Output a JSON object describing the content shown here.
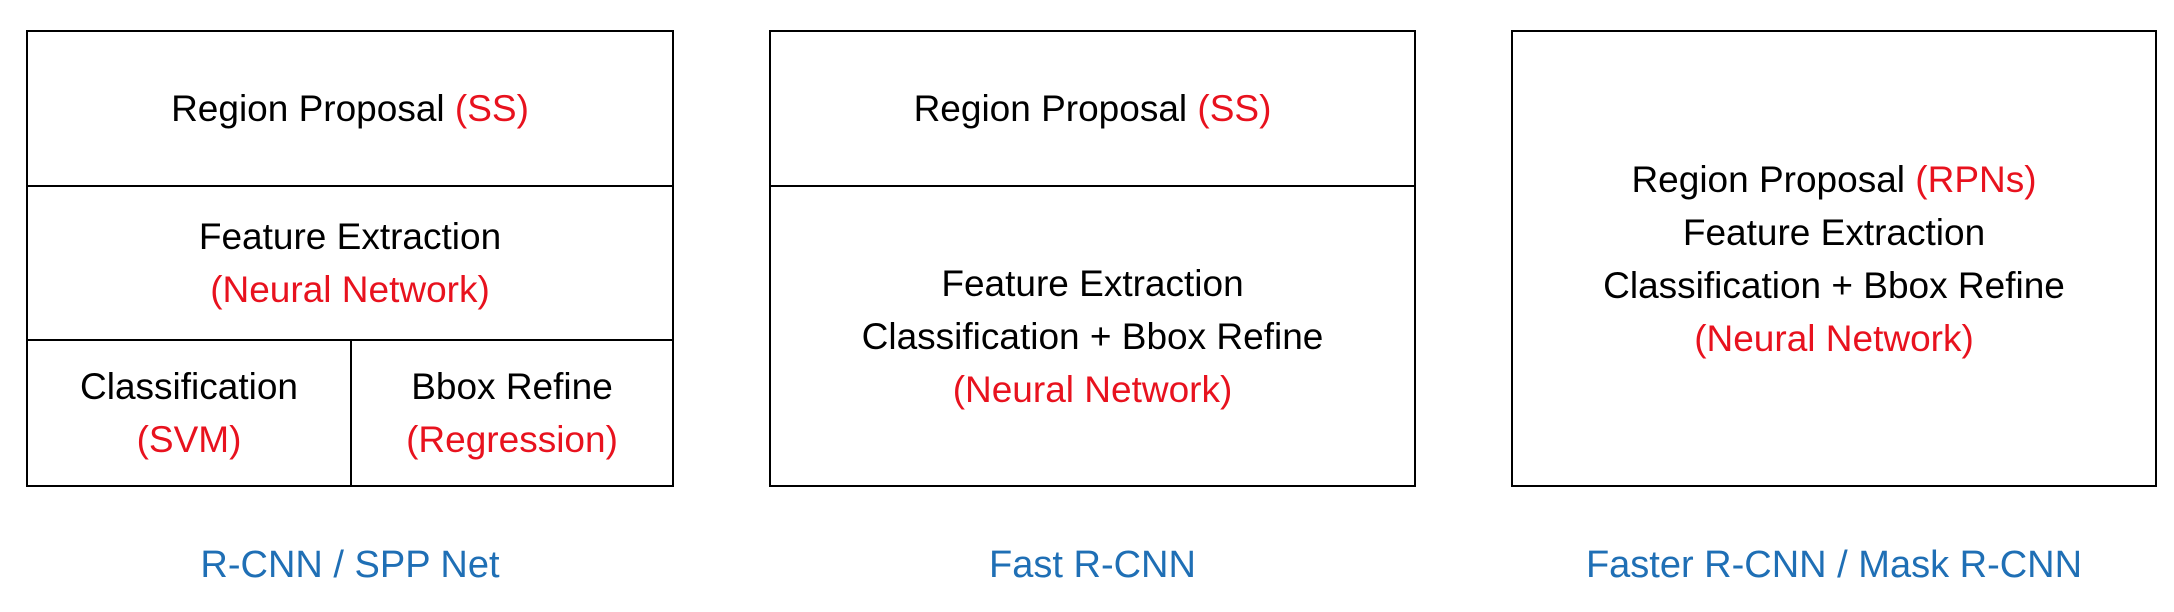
{
  "colors": {
    "text": "#000000",
    "accent_red": "#e8121e",
    "caption_blue": "#1f6fb5",
    "border": "#000000"
  },
  "panels": [
    {
      "caption": "R-CNN / SPP Net",
      "region_proposal": {
        "label": "Region Proposal",
        "method": "(SS)"
      },
      "feature_extraction": {
        "label": "Feature Extraction",
        "method": "(Neural Network)"
      },
      "classification": {
        "label": "Classification",
        "method": "(SVM)"
      },
      "bbox_refine": {
        "label": "Bbox Refine",
        "method": "(Regression)"
      }
    },
    {
      "caption": "Fast R-CNN",
      "region_proposal": {
        "label": "Region Proposal",
        "method": "(SS)"
      },
      "combined": {
        "line1": "Feature Extraction",
        "line2": "Classification + Bbox Refine",
        "method": "(Neural Network)"
      }
    },
    {
      "caption": "Faster R-CNN / Mask R-CNN",
      "combined": {
        "region_label": "Region Proposal",
        "region_method": "(RPNs)",
        "line1": "Feature Extraction",
        "line2": "Classification + Bbox Refine",
        "method": "(Neural Network)"
      }
    }
  ]
}
